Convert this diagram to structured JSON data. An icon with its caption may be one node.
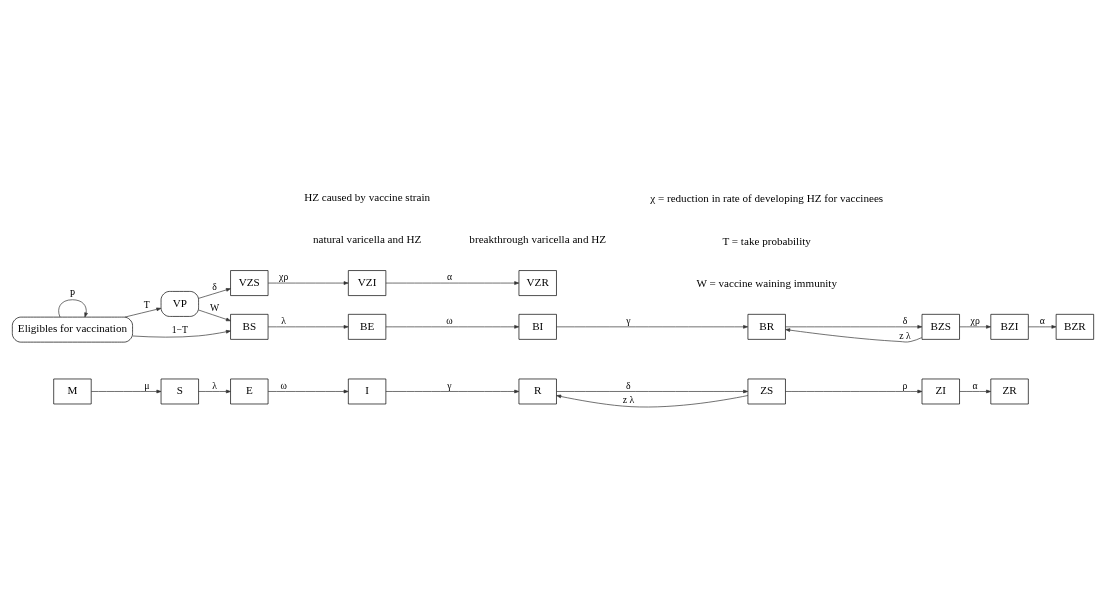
{
  "diagram": {
    "nodes": [
      {
        "text": [
          "M"
        ]
      },
      {
        "text": [
          "S"
        ]
      },
      {
        "text": [
          "E"
        ]
      },
      {
        "text": [
          "I"
        ]
      },
      {
        "text": [
          "R"
        ]
      },
      {
        "text": [
          "ZS"
        ]
      },
      {
        "text": [
          "ZI"
        ]
      },
      {
        "text": [
          "ZR"
        ]
      },
      {
        "text": [
          "Eligibles for vaccination"
        ]
      },
      {
        "text": [
          "VP"
        ]
      },
      {
        "text": [
          "BS"
        ]
      },
      {
        "text": [
          "BE"
        ]
      },
      {
        "text": [
          "BI"
        ]
      },
      {
        "text": [
          "BR"
        ]
      },
      {
        "text": [
          "BZS"
        ]
      },
      {
        "text": [
          "BZI"
        ]
      },
      {
        "text": [
          "BZR"
        ]
      },
      {
        "text": [
          "VZS"
        ]
      },
      {
        "text": [
          "VZI"
        ]
      },
      {
        "text": [
          "VZR"
        ]
      }
    ],
    "edges": [
      {
        "from": 0,
        "to": 1,
        "arrow": "to",
        "label": "μ"
      },
      {
        "from": 1,
        "to": 2,
        "arrow": "to",
        "label": "λ"
      },
      {
        "from": 2,
        "to": 3,
        "arrow": "to",
        "label": "ω"
      },
      {
        "from": 3,
        "to": 4,
        "arrow": "to",
        "label": "γ"
      },
      {
        "from": 4,
        "to": 5,
        "arrow": "to",
        "label": "δ"
      },
      {
        "from": 5,
        "to": 4,
        "arrow": "to",
        "label": "z λ"
      },
      {
        "from": 5,
        "to": 6,
        "arrow": "to",
        "label": "ρ"
      },
      {
        "from": 6,
        "to": 7,
        "arrow": "to",
        "label": "α"
      },
      {
        "from": 8,
        "to": 8,
        "arrow": "to",
        "label": "P"
      },
      {
        "from": 8,
        "to": 9,
        "arrow": "to",
        "label": "T"
      },
      {
        "from": 8,
        "to": 10,
        "arrow": "to",
        "label": "1−T"
      },
      {
        "from": 9,
        "to": 10,
        "arrow": "to",
        "label": "W"
      },
      {
        "from": 10,
        "to": 11,
        "arrow": "to",
        "label": "λ"
      },
      {
        "from": 11,
        "to": 12,
        "arrow": "to",
        "label": "ω"
      },
      {
        "from": 12,
        "to": 13,
        "arrow": "to",
        "label": "γ"
      },
      {
        "from": 13,
        "to": 14,
        "arrow": "to",
        "label": "δ"
      },
      {
        "from": 14,
        "to": 13,
        "arrow": "to",
        "label": "z λ"
      },
      {
        "from": 14,
        "to": 15,
        "arrow": "to",
        "label": "χρ"
      },
      {
        "from": 15,
        "to": 16,
        "arrow": "to",
        "label": "α"
      },
      {
        "from": 9,
        "to": 17,
        "arrow": "to",
        "label": "δ"
      },
      {
        "from": 17,
        "to": 18,
        "arrow": "to",
        "label": "χρ"
      },
      {
        "from": 18,
        "to": 19,
        "arrow": "to",
        "label": "α"
      }
    ],
    "labels": [
      "natural varicella and HZ",
      "W = vaccine waining immunity",
      "T = take probability",
      "χ = reduction in rate of developing HZ for vaccinees",
      "breakthrough varicella and HZ",
      "HZ caused by vaccine strain"
    ]
  }
}
